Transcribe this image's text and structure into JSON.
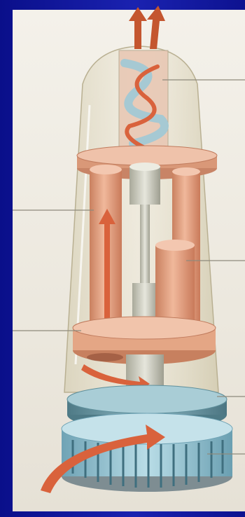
{
  "figure": {
    "background_color": "#1a22b0",
    "panel_color": "#efebe2",
    "accent_colors": {
      "arrow_orange": "#d9623c",
      "cylinder_tan": "#e3a587",
      "cap_blue": "#9fc9d6",
      "ring_teal": "#5f8f9b",
      "glass": "#d9d2b8"
    },
    "callout_lines": [
      {
        "name": "callout-top-right",
        "side": "right"
      },
      {
        "name": "callout-left-upper",
        "side": "left"
      },
      {
        "name": "callout-right-middle",
        "side": "right"
      },
      {
        "name": "callout-left-lower",
        "side": "left"
      },
      {
        "name": "callout-right-lower",
        "side": "right"
      },
      {
        "name": "callout-right-bottom",
        "side": "right"
      }
    ]
  }
}
